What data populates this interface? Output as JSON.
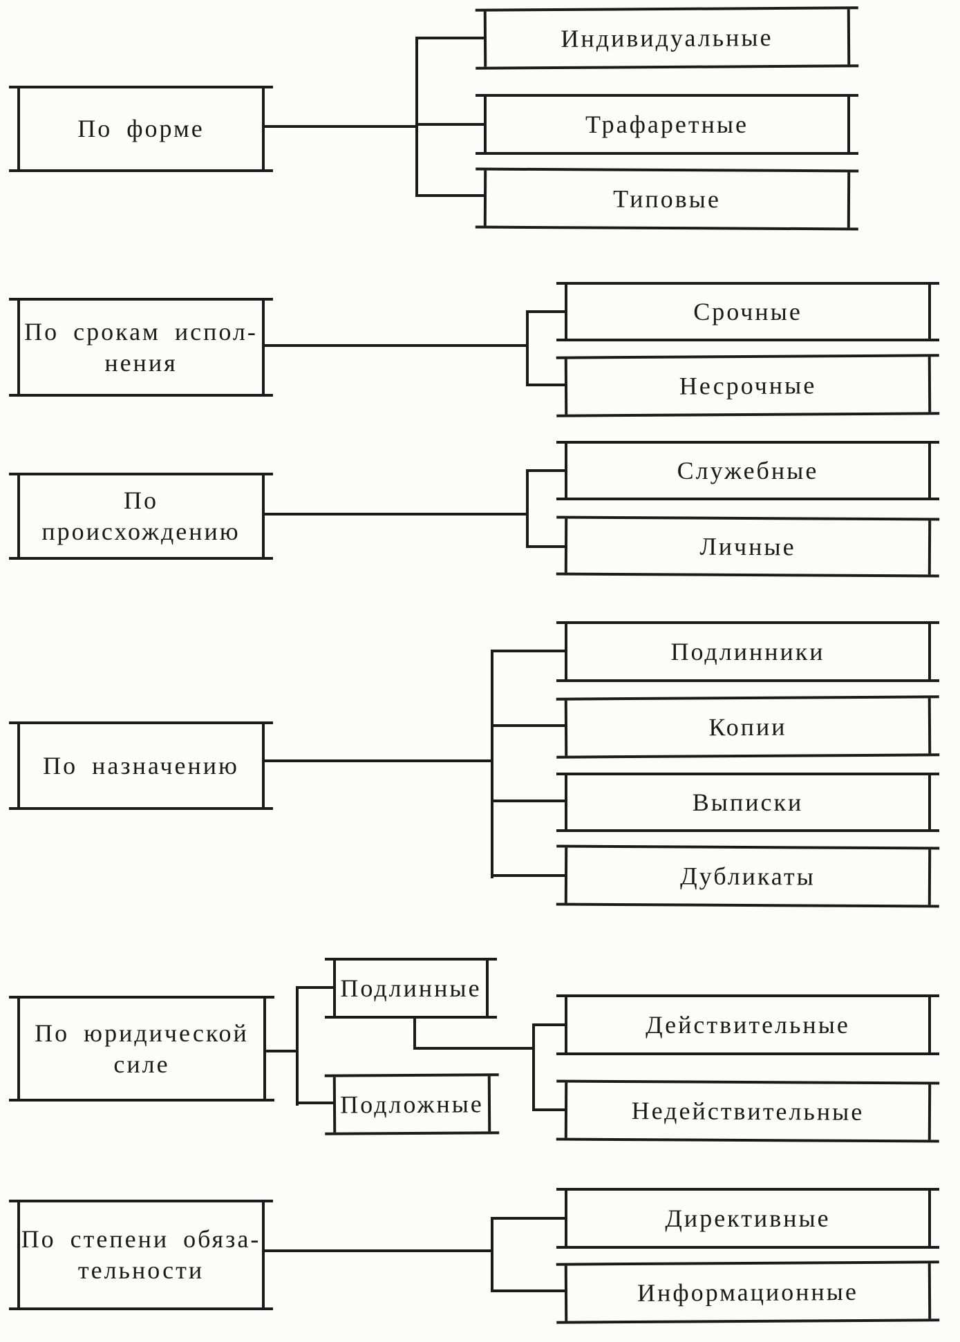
{
  "colors": {
    "ink": "#1a1a1a",
    "paper": "#fcfcfa"
  },
  "groups": [
    {
      "category": "По форме",
      "children": [
        "Индивидуальные",
        "Трафаретные",
        "Типовые"
      ]
    },
    {
      "category": "По срокам испол-\nнения",
      "children": [
        "Срочные",
        "Несрочные"
      ]
    },
    {
      "category": "По происхождению",
      "children": [
        "Служебные",
        "Личные"
      ]
    },
    {
      "category": "По назначению",
      "children": [
        "Подлинники",
        "Копии",
        "Выписки",
        "Дубликаты"
      ]
    },
    {
      "category": "По юридической\nсиле",
      "children": [
        "Подлинные",
        "Подложные"
      ],
      "subchildren": [
        "Действительные",
        "Недействительные"
      ]
    },
    {
      "category": "По степени обяза-\nтельности",
      "children": [
        "Директивные",
        "Информационные"
      ]
    }
  ]
}
